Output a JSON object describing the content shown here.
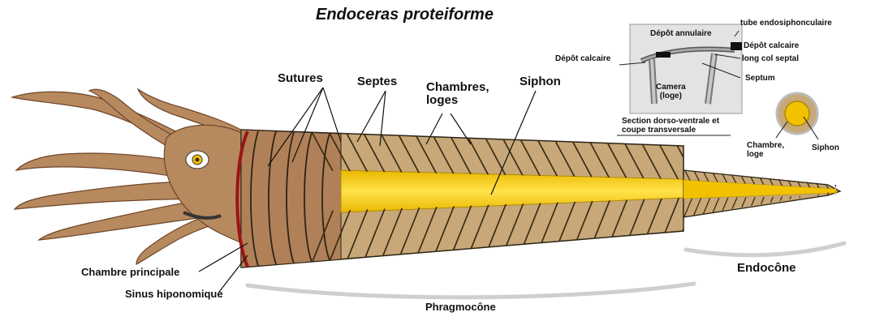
{
  "title": "Endoceras proteiforme",
  "labels": {
    "sutures": "Sutures",
    "septes": "Septes",
    "chambres": "Chambres,\nloges",
    "siphon": "Siphon",
    "chambre_principale": "Chambre principale",
    "sinus": "Sinus hiponomique",
    "phragmocone": "Phragmocône",
    "endocone": "Endocône"
  },
  "inset": {
    "depot_annulaire": "Dépôt annulaire",
    "tube_endosiphon": "tube endosiphonculaire",
    "depot_calcaire_right": "Dépôt calcaire",
    "depot_calcaire_left": "Dépôt calcaire",
    "long_col": "long col septal",
    "camera": "Camera\n(loge)",
    "septum": "Septum",
    "section": "Section dorso-ventrale et\ncoupe transversale"
  },
  "cross_section": {
    "chambre": "Chambre,\nloge",
    "siphon": "Siphon"
  },
  "colors": {
    "body": "#b7895f",
    "body_dark": "#8a5a3a",
    "shell": "#c8a878",
    "shell_dark": "#9a7a4a",
    "siphon": "#f2c200",
    "siphon_light": "#ffe24a",
    "suture_red": "#9a1515"
  }
}
